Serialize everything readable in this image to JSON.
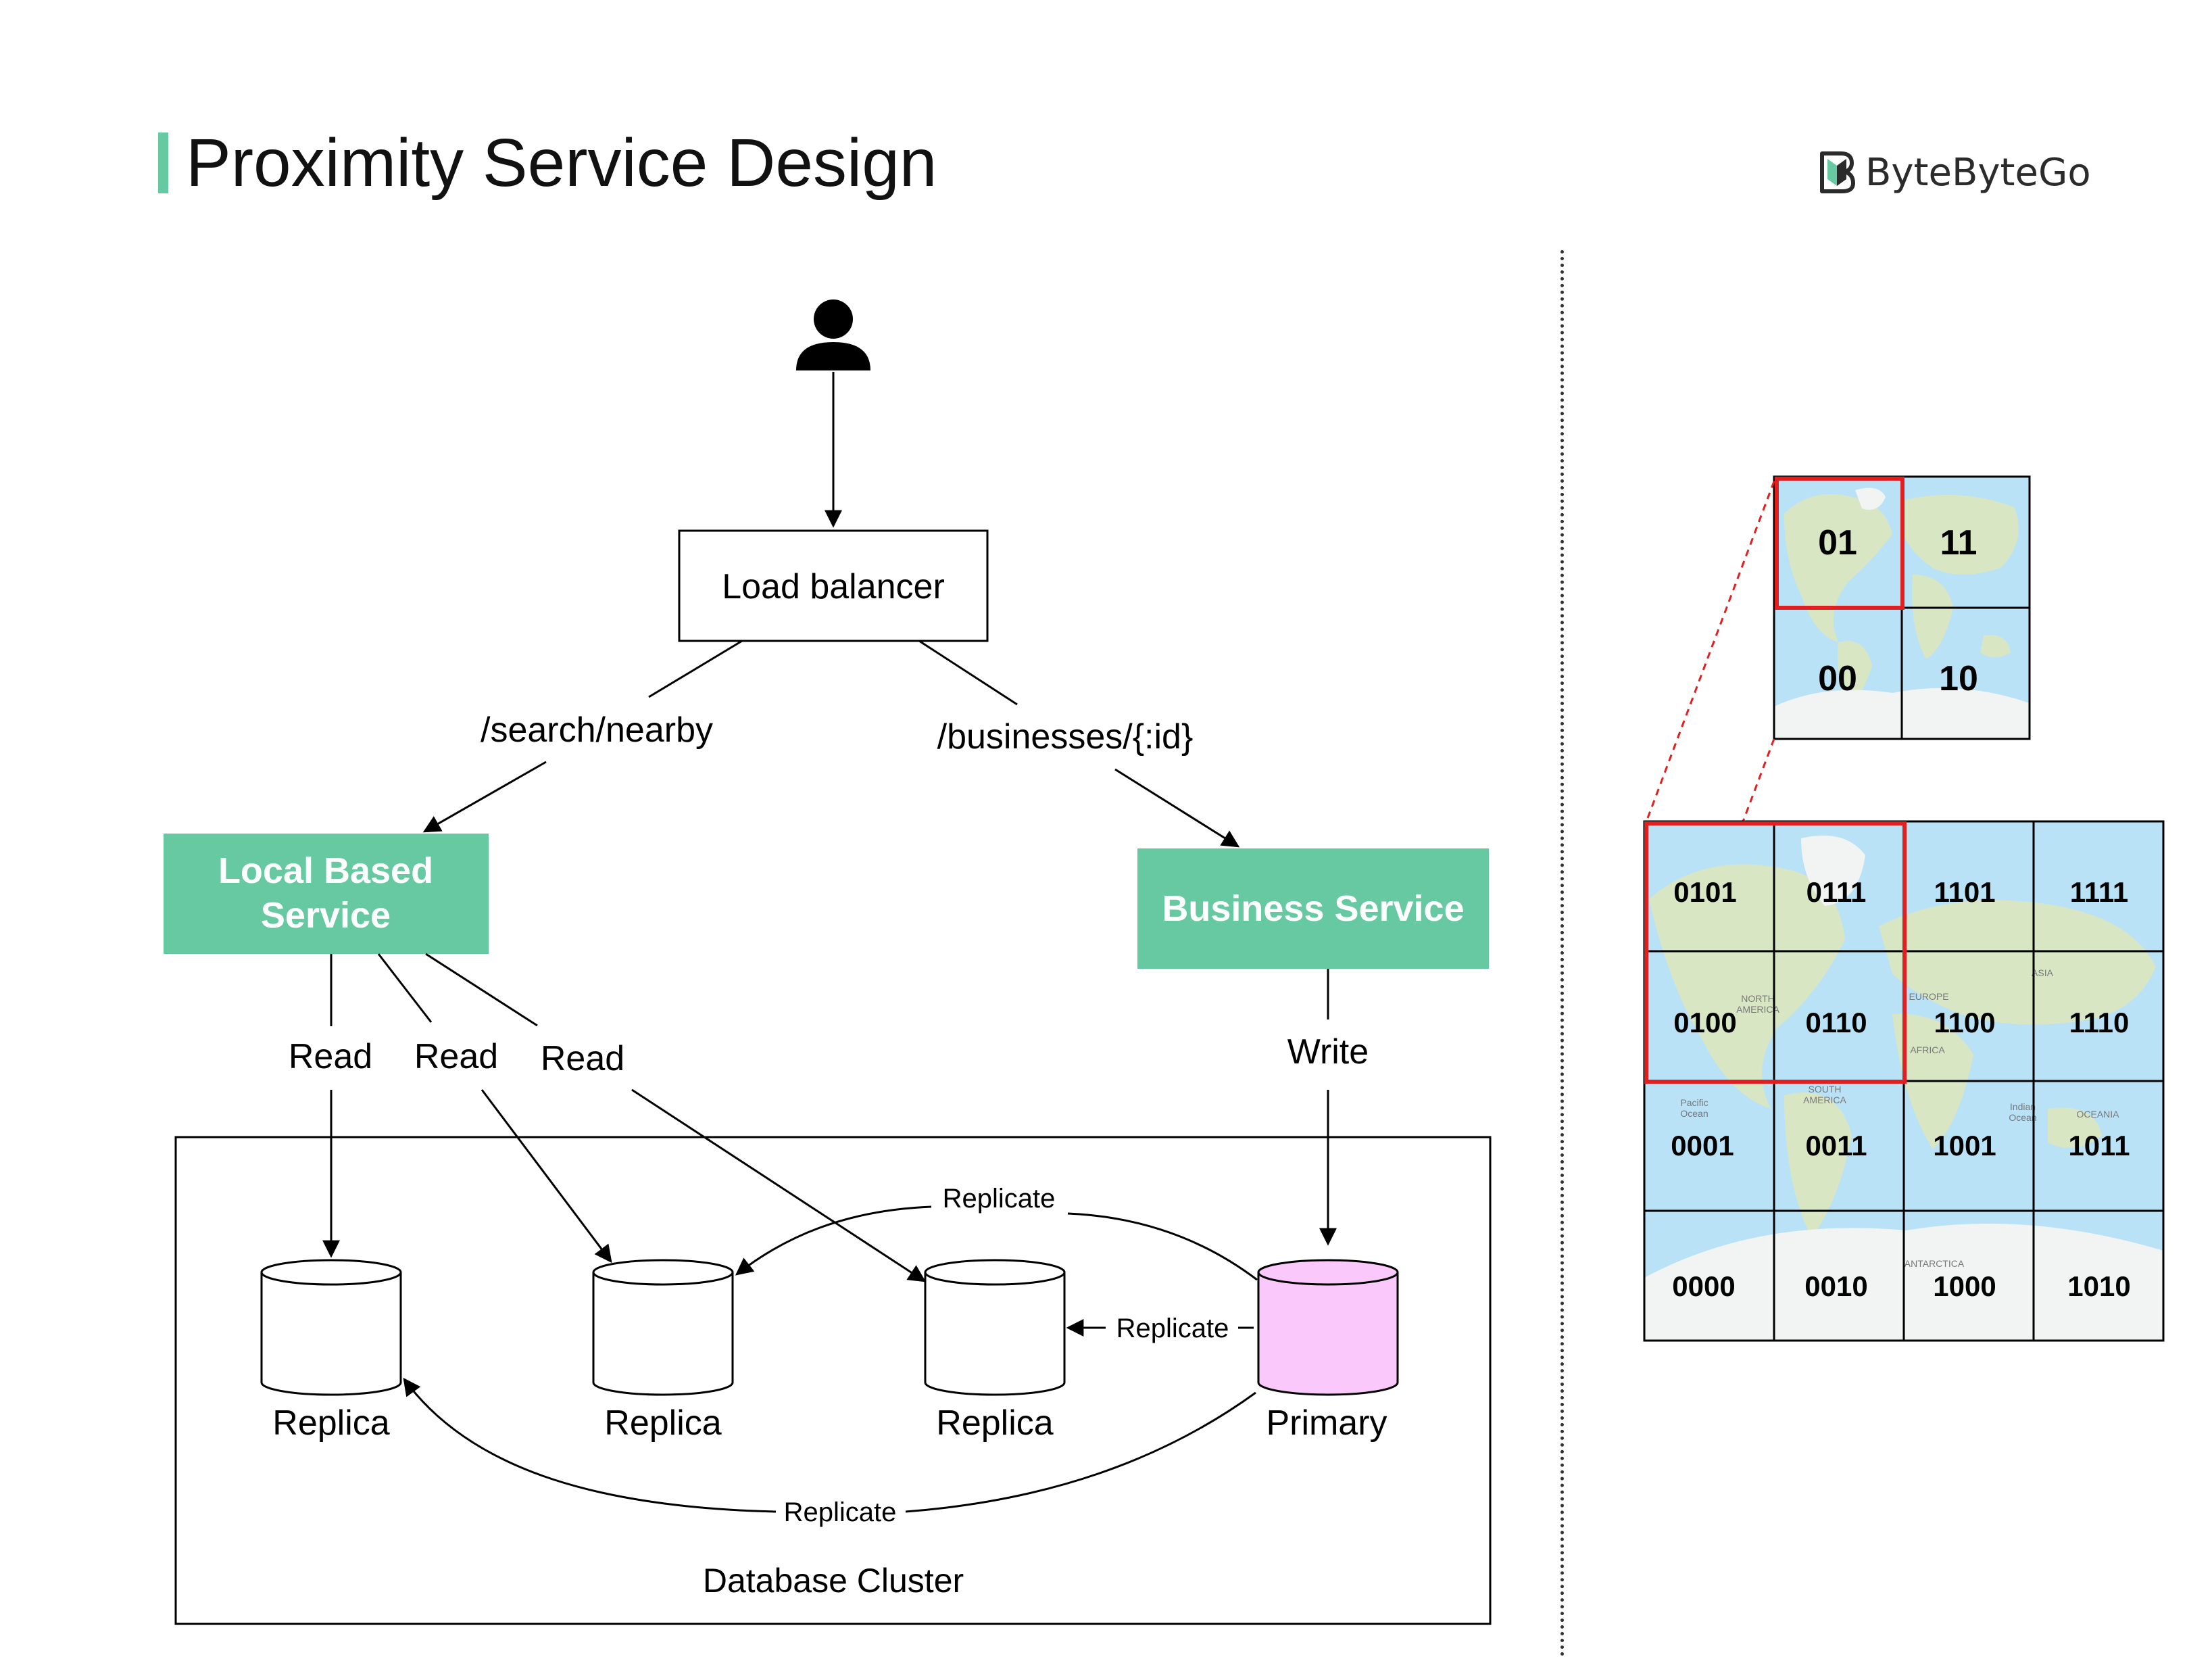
{
  "title": "Proximity Service Design",
  "logo": {
    "text": "ByteByteGo",
    "icon": "bytebytego-logo-icon"
  },
  "colors": {
    "accent": "#67c9a2",
    "primary_db": "#fbc8fb",
    "highlight": "#e02020",
    "map_water": "#b9e2f7",
    "map_land": "#d9e6c4"
  },
  "icons": {
    "user": "person-icon"
  },
  "load_balancer": "Load balancer",
  "routes": {
    "search": "/search/nearby",
    "businesses": "/businesses/{:id}"
  },
  "services": {
    "local_line1": "Local Based",
    "local_line2": "Service",
    "business": "Business Service"
  },
  "edges": {
    "read": "Read",
    "write": "Write",
    "replicate": "Replicate"
  },
  "databases": {
    "replica": "Replica",
    "primary": "Primary"
  },
  "cluster": "Database Cluster",
  "grid_small": [
    "01",
    "11",
    "00",
    "10"
  ],
  "grid_large": [
    "0101",
    "0111",
    "1101",
    "1111",
    "0100",
    "0110",
    "1100",
    "1110",
    "0001",
    "0011",
    "1001",
    "1011",
    "0000",
    "0010",
    "1000",
    "1010"
  ],
  "map_labels": {
    "north_america_1": "NORTH",
    "north_america_2": "AMERICA",
    "europe": "EUROPE",
    "asia": "ASIA",
    "africa": "AFRICA",
    "south_america_1": "SOUTH",
    "south_america_2": "AMERICA",
    "pacific_1": "Pacific",
    "pacific_2": "Ocean",
    "indian_1": "Indian",
    "indian_2": "Ocean",
    "oceania": "OCEANIA",
    "antarctica": "ANTARCTICA"
  }
}
